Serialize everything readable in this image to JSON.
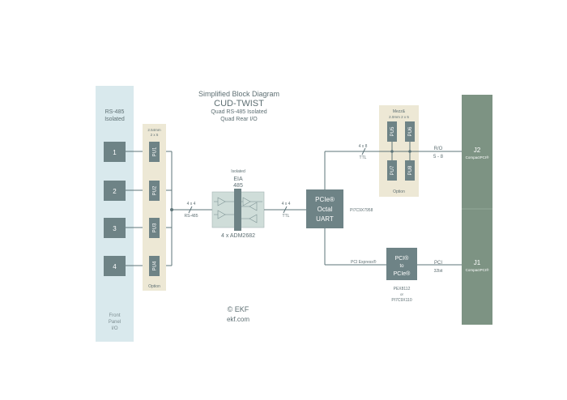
{
  "title": {
    "line1": "Simplified Block Diagram",
    "line2": "CUD-TWIST",
    "line3": "Quad RS-485 Isolated",
    "line4": "Quad Rear I/O"
  },
  "front_panel": {
    "header_line1": "RS-485",
    "header_line2": "Isolated",
    "ports": [
      "1",
      "2",
      "3",
      "4"
    ],
    "footer_line1": "Front",
    "footer_line2": "Panel",
    "footer_line3": "I/O"
  },
  "pu_column": {
    "header_line1": "2.54mm",
    "header_line2": "2 x 5",
    "items": [
      "PU1",
      "PU2",
      "PU3",
      "PU4"
    ],
    "footer": "Option"
  },
  "bus_left": {
    "line1": "4 x 4",
    "line2": "RS-485"
  },
  "isolator": {
    "label_line1": "Isolated",
    "label_line2": "EIA",
    "label_line3": "485",
    "part": "4 x ADM2682"
  },
  "bus_mid": {
    "line1": "4 x 4",
    "line2": "TTL"
  },
  "uart": {
    "line1": "PCIe®",
    "line2": "Octal",
    "line3": "UART",
    "part": "PI7C9X7958"
  },
  "mezz": {
    "header_line1": "Mezz&",
    "header_line2": "2.0mm 2 x 5",
    "items": [
      "PU5",
      "PU6",
      "PU7",
      "PU8"
    ],
    "footer": "Option"
  },
  "bus_top": {
    "line1": "4 x 8",
    "line2": "TTL"
  },
  "rio": {
    "line1": "R/O",
    "line2": "5 - 8"
  },
  "pci_express_label": "PCI Express®",
  "bridge": {
    "line1": "PCI®",
    "line2": "to",
    "line3": "PCIe®",
    "part1": "PEX8112",
    "part2": "or",
    "part3": "PI7C9X110"
  },
  "pci_bus": {
    "line1": "PCI",
    "line2": "32bit"
  },
  "connectors": [
    {
      "name": "J2",
      "sub": "CompactPCI®"
    },
    {
      "name": "J1",
      "sub": "CompactPCI®"
    }
  ],
  "copyright": {
    "line1": "© EKF",
    "line2": "ekf.com"
  },
  "colors": {
    "front_panel_bg": "#d9e9ed",
    "option_bg": "#ede8d5",
    "block_dark": "#6e8386",
    "connector_green": "#7d9383",
    "line": "#5d7478"
  }
}
